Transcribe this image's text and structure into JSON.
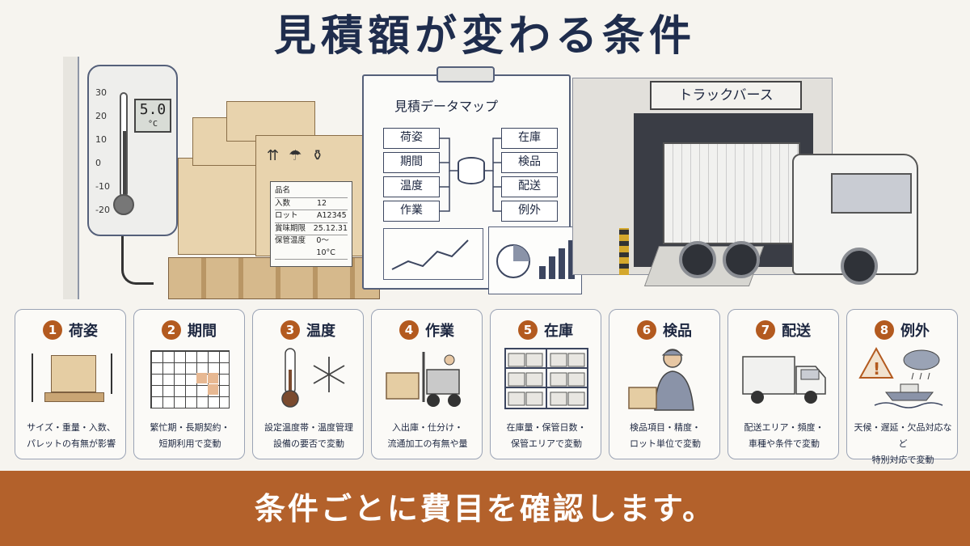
{
  "title": "見積額が変わる条件",
  "thermometer": {
    "scale": [
      "30",
      "20",
      "10",
      "0",
      "-10",
      "-20"
    ],
    "display_value": "5.0",
    "display_unit": "°C"
  },
  "package_label": {
    "rows": [
      {
        "k": "品名",
        "v": ""
      },
      {
        "k": "入数",
        "v": "12"
      },
      {
        "k": "ロット",
        "v": "A12345"
      },
      {
        "k": "賞味期限",
        "v": "25.12.31"
      },
      {
        "k": "保管温度",
        "v": "0〜10°C"
      }
    ]
  },
  "data_map": {
    "title": "見積データマップ",
    "left_nodes": [
      "荷姿",
      "期間",
      "温度",
      "作業"
    ],
    "right_nodes": [
      "在庫",
      "検品",
      "配送",
      "例外"
    ]
  },
  "dock_sign": "トラックバース",
  "cards": [
    {
      "num": "1",
      "title": "荷姿",
      "desc": [
        "サイズ・重量・入数、",
        "パレットの有無が影響"
      ],
      "icon": "box-pallet-icon"
    },
    {
      "num": "2",
      "title": "期間",
      "desc": [
        "繁忙期・長期契約・",
        "短期利用で変動"
      ],
      "icon": "calendar-icon"
    },
    {
      "num": "3",
      "title": "温度",
      "desc": [
        "設定温度帯・温度管理",
        "設備の要否で変動"
      ],
      "icon": "thermometer-icon"
    },
    {
      "num": "4",
      "title": "作業",
      "desc": [
        "入出庫・仕分け・",
        "流通加工の有無や量"
      ],
      "icon": "forklift-icon"
    },
    {
      "num": "5",
      "title": "在庫",
      "desc": [
        "在庫量・保管日数・",
        "保管エリアで変動"
      ],
      "icon": "shelf-icon"
    },
    {
      "num": "6",
      "title": "検品",
      "desc": [
        "検品項目・精度・",
        "ロット単位で変動"
      ],
      "icon": "inspector-icon"
    },
    {
      "num": "7",
      "title": "配送",
      "desc": [
        "配送エリア・頻度・",
        "車種や条件で変動"
      ],
      "icon": "truck-icon"
    },
    {
      "num": "8",
      "title": "例外",
      "desc": [
        "天候・遅延・欠品対応など",
        "特別対応で変動"
      ],
      "icon": "warning-icon"
    }
  ],
  "footer": "条件ごとに費目を確認します。",
  "colors": {
    "accent": "#b3612b",
    "navy": "#1f2d4d",
    "number_badge": "#b35a1f"
  }
}
